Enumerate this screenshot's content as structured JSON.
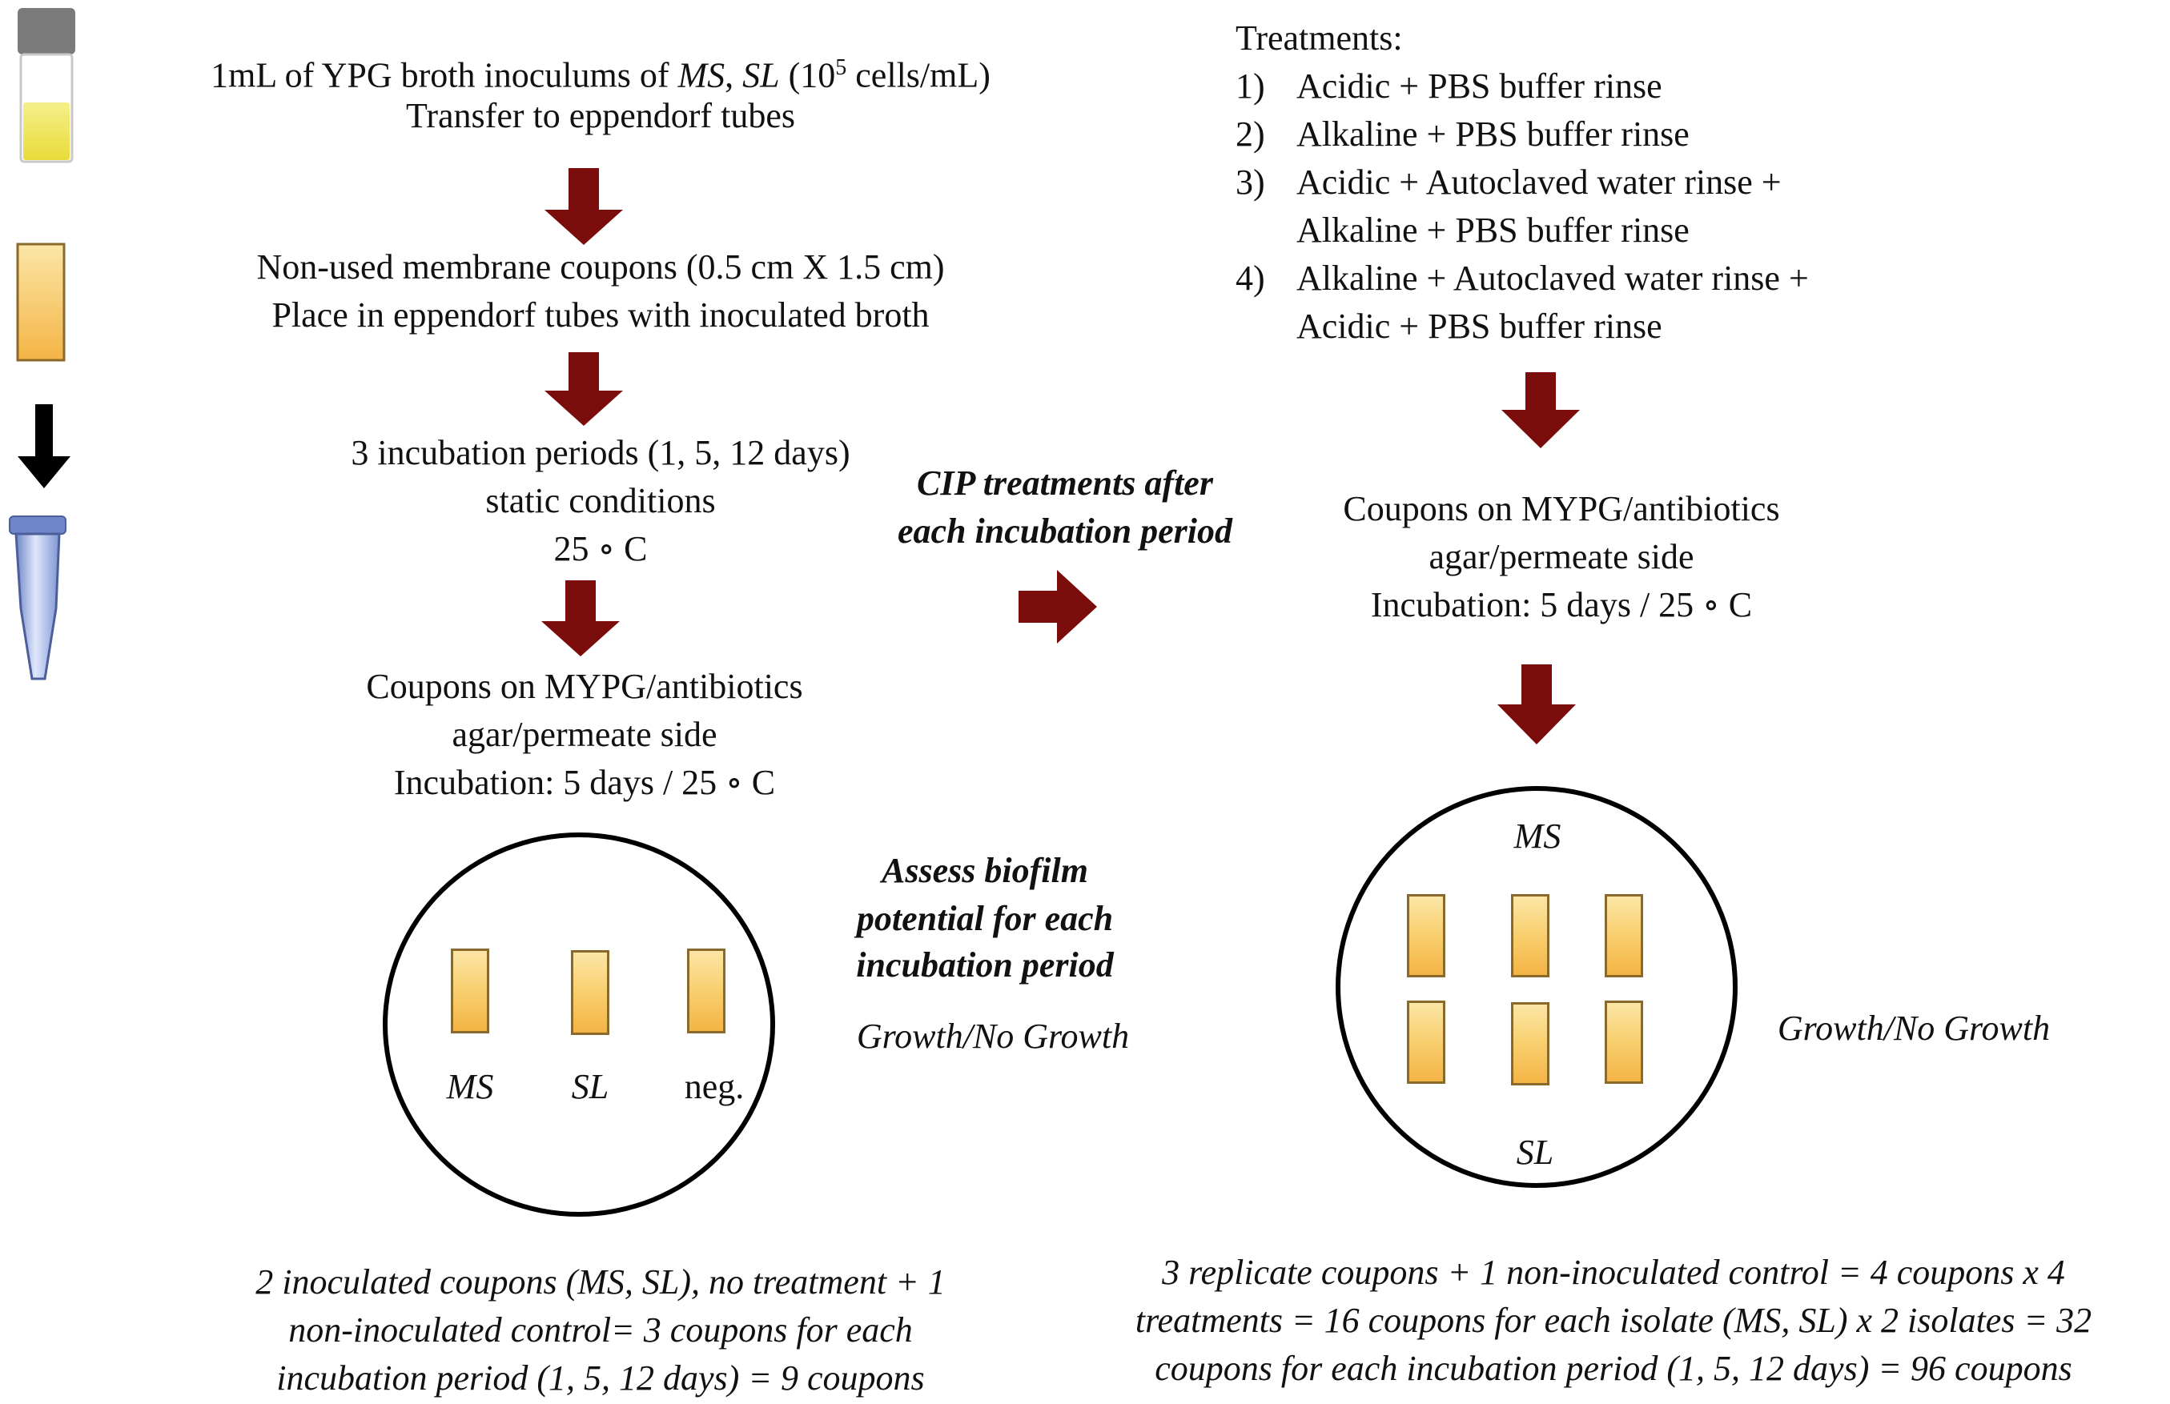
{
  "left_steps": {
    "step1_line1_pre": "1mL of YPG broth inoculums of ",
    "step1_ms": "MS",
    "step1_sep": ", ",
    "step1_sl": "SL",
    "step1_conc_open": " (10",
    "step1_conc_sup": "5",
    "step1_conc_close": " cells/mL)",
    "step1_line2": "Transfer to eppendorf tubes",
    "step2_line1": "Non-used membrane coupons (0.5 cm X 1.5 cm)",
    "step2_line2": "Place in eppendorf tubes with inoculated broth",
    "step3_line1": "3 incubation periods (1, 5, 12 days)",
    "step3_line2": "static conditions",
    "step3_line3": "25 ∘ C",
    "step4_line1": "Coupons on MYPG/antibiotics",
    "step4_line2": "agar/permeate side",
    "step4_line3": "Incubation: 5 days / 25 ∘ C"
  },
  "left_dish": {
    "labels": [
      "MS",
      "SL",
      "neg."
    ]
  },
  "assess": {
    "line1": "Assess biofilm",
    "line2": "potential for each",
    "line3": "incubation period",
    "result": "Growth/No Growth"
  },
  "left_summary": {
    "line1": "2 inoculated coupons (MS, SL), no treatment + 1",
    "line2": "non-inoculated control= 3 coupons for each",
    "line3": "incubation period (1, 5, 12 days) = 9 coupons"
  },
  "cip": {
    "line1": "CIP treatments after",
    "line2": "each incubation period"
  },
  "treatments": {
    "heading": "Treatments:",
    "items": [
      {
        "num": "1)",
        "lines": [
          "Acidic + PBS buffer rinse"
        ]
      },
      {
        "num": "2)",
        "lines": [
          "Alkaline + PBS buffer rinse"
        ]
      },
      {
        "num": "3)",
        "lines": [
          "Acidic + Autoclaved water rinse +",
          "Alkaline + PBS buffer rinse"
        ]
      },
      {
        "num": "4)",
        "lines": [
          "Alkaline + Autoclaved water rinse +",
          "Acidic + PBS buffer rinse"
        ]
      }
    ]
  },
  "right_step": {
    "line1": "Coupons on MYPG/antibiotics",
    "line2": "agar/permeate side",
    "line3": "Incubation: 5 days / 25 ∘ C"
  },
  "right_dish": {
    "top_label": "MS",
    "bottom_label": "SL",
    "result": "Growth/No Growth"
  },
  "right_summary": {
    "line1": "3 replicate coupons + 1 non-inoculated control = 4 coupons x 4",
    "line2": "treatments = 16 coupons for each isolate (MS, SL) x 2 isolates = 32",
    "line3": "coupons for each incubation period (1, 5, 12 days) = 96 coupons"
  },
  "colors": {
    "arrow": "#7a0c0c",
    "coupon_fill": "#f9cf6e",
    "broth": "#f0e55a",
    "tube": "#9fb2e8"
  },
  "icons": [
    "broth-vial-icon",
    "coupon-icon",
    "down-arrow-icon",
    "eppendorf-tube-icon"
  ]
}
